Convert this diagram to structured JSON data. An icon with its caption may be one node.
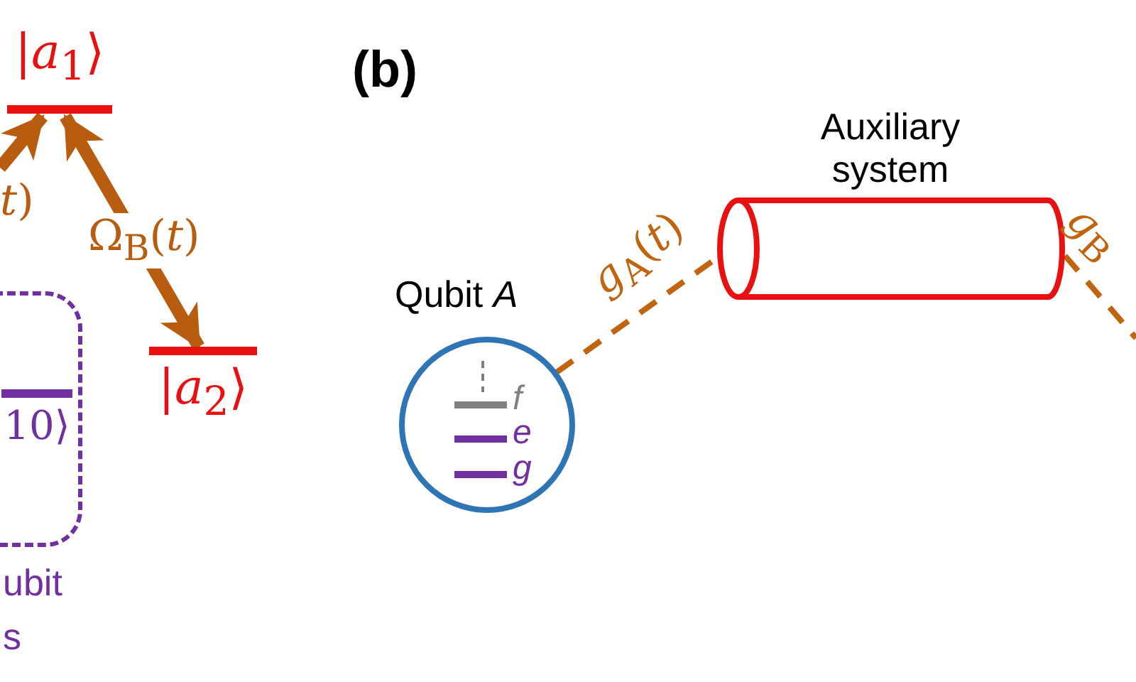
{
  "diagram": {
    "nodes": [
      {
        "text": [
          "|*a*$_{1}$⟩"
        ]
      },
      {
        "text": [
          "|*a*$_{2}$⟩"
        ]
      },
      {
        "text": [],
        "shape": "box"
      },
      {
        "text": [
          "10⟩"
        ],
        "in": 2
      },
      {
        "text": [
          "Auxiliary system"
        ]
      },
      {
        "text": [
          "Qubit *A*",
          "f",
          "e",
          "g"
        ]
      }
    ],
    "edges": [
      {
        "from": null,
        "to": 0,
        "arrow": "to",
        "label": "*t*)",
        "style": "thick"
      },
      {
        "from": 0,
        "to": 1,
        "arrow": "both",
        "label": "Ω$_{B}$(*t*)",
        "style": "thick"
      },
      {
        "from": 5,
        "to": 4,
        "arrow": "none",
        "label": "*g*$_{A}$(*t*)",
        "style": "dashed"
      },
      {
        "from": 4,
        "to": null,
        "arrow": "none",
        "label": "*g*$_{B}$",
        "style": "dashed"
      }
    ],
    "labels": [
      "ubit s",
      "(b)"
    ]
  }
}
